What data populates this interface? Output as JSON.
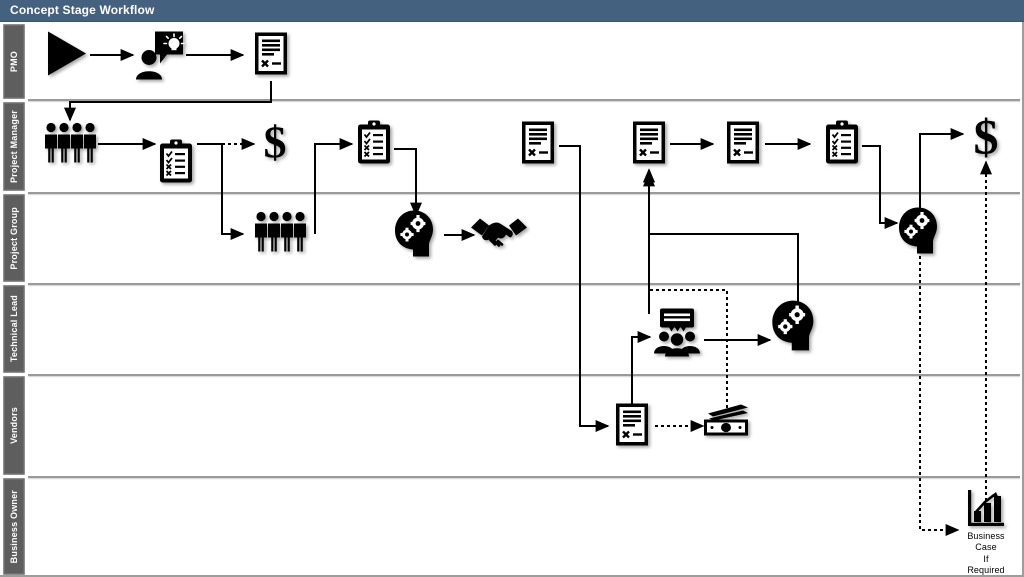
{
  "window": {
    "title": "Concept Stage Workflow",
    "title_bar_color": "#44617f",
    "canvas_background": "#ffffff",
    "lane_label_color": "#5e5e5e",
    "lane_separator_color": "#9a9a9a",
    "connector_color": "#000000"
  },
  "lanes": [
    {
      "id": "pmo",
      "label": "PMO"
    },
    {
      "id": "project-manager",
      "label": "Project Manager"
    },
    {
      "id": "project-group",
      "label": "Project Group"
    },
    {
      "id": "technical-lead",
      "label": "Technical Lead"
    },
    {
      "id": "vendors",
      "label": "Vendors"
    },
    {
      "id": "business-owner",
      "label": "Business Owner"
    }
  ],
  "nodes": [
    {
      "id": "n1",
      "lane": "pmo",
      "icon": "start-triangle-icon",
      "caption": ""
    },
    {
      "id": "n2",
      "lane": "pmo",
      "icon": "person-idea-icon",
      "caption": ""
    },
    {
      "id": "n3",
      "lane": "pmo",
      "icon": "signed-document-icon",
      "caption": ""
    },
    {
      "id": "n4",
      "lane": "project-manager",
      "icon": "people-group-icon",
      "caption": ""
    },
    {
      "id": "n5",
      "lane": "project-manager",
      "icon": "checklist-clipboard-icon",
      "caption": ""
    },
    {
      "id": "n6",
      "lane": "project-manager",
      "icon": "dollar-sign-icon",
      "caption": ""
    },
    {
      "id": "n7",
      "lane": "project-manager",
      "icon": "checklist-clipboard-icon",
      "caption": ""
    },
    {
      "id": "n8",
      "lane": "project-manager",
      "icon": "signed-document-icon",
      "caption": ""
    },
    {
      "id": "n9",
      "lane": "project-manager",
      "icon": "signed-document-icon",
      "caption": ""
    },
    {
      "id": "n10",
      "lane": "project-manager",
      "icon": "signed-document-icon",
      "caption": ""
    },
    {
      "id": "n11",
      "lane": "project-manager",
      "icon": "checklist-clipboard-icon",
      "caption": ""
    },
    {
      "id": "n12",
      "lane": "project-manager",
      "icon": "dollar-sign-icon",
      "caption": ""
    },
    {
      "id": "n13",
      "lane": "project-group",
      "icon": "people-group-icon",
      "caption": ""
    },
    {
      "id": "n14",
      "lane": "project-group",
      "icon": "head-gears-icon",
      "caption": ""
    },
    {
      "id": "n15",
      "lane": "project-group",
      "icon": "handshake-icon",
      "caption": ""
    },
    {
      "id": "n16",
      "lane": "project-group",
      "icon": "head-gears-icon",
      "caption": ""
    },
    {
      "id": "n17",
      "lane": "technical-lead",
      "icon": "meeting-presentation-icon",
      "caption": ""
    },
    {
      "id": "n18",
      "lane": "technical-lead",
      "icon": "head-gears-icon",
      "caption": ""
    },
    {
      "id": "n19",
      "lane": "vendors",
      "icon": "signed-document-icon",
      "caption": ""
    },
    {
      "id": "n20",
      "lane": "vendors",
      "icon": "cash-money-icon",
      "caption": ""
    },
    {
      "id": "n21",
      "lane": "business-owner",
      "icon": "bar-chart-growth-icon",
      "caption": "Business Case\nIf Required"
    }
  ]
}
